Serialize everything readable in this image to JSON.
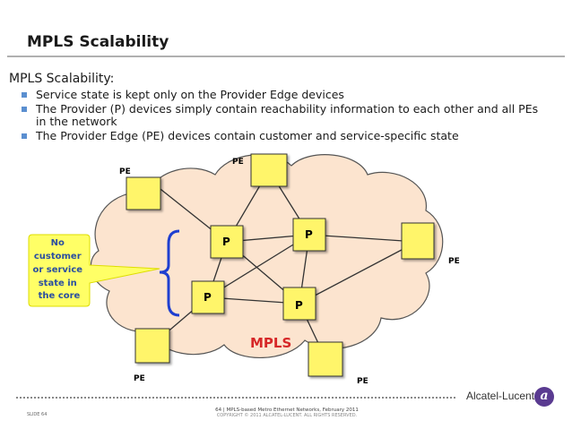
{
  "slide": {
    "title": "MPLS Scalability"
  },
  "content": {
    "subtitle": "MPLS Scalability:",
    "bullets": [
      "Service state is kept only on the Provider Edge devices",
      "The Provider (P) devices simply contain reachability information to each other and all PEs in the network",
      "The Provider Edge (PE) devices contain customer and service-specific state"
    ]
  },
  "diagram": {
    "cloud_label": "MPLS",
    "p_label": "P",
    "pe_label": "PE",
    "callout_text": [
      "No",
      "customer",
      "or service",
      "state in",
      "the core"
    ],
    "colors": {
      "cloud_fill": "#fce4cf",
      "cloud_stroke": "#555555",
      "node_fill": "#fff56b",
      "node_stroke": "#333333",
      "mpls_text": "#d62728",
      "brace": "#1f3fd0",
      "callout_fill": "#ffff66",
      "callout_text": "#2a4ea0",
      "callout_stroke": "#dddd00"
    }
  },
  "footer": {
    "slide_number": "SLIDE 64",
    "page_line": "64 | MPLS-based Metro Ethernet Networks, February 2011",
    "copyright": "COPYRIGHT © 2011 ALCATEL-LUCENT. ALL RIGHTS RESERVED.",
    "brand": "Alcatel-Lucent",
    "logo_glyph": "a"
  }
}
